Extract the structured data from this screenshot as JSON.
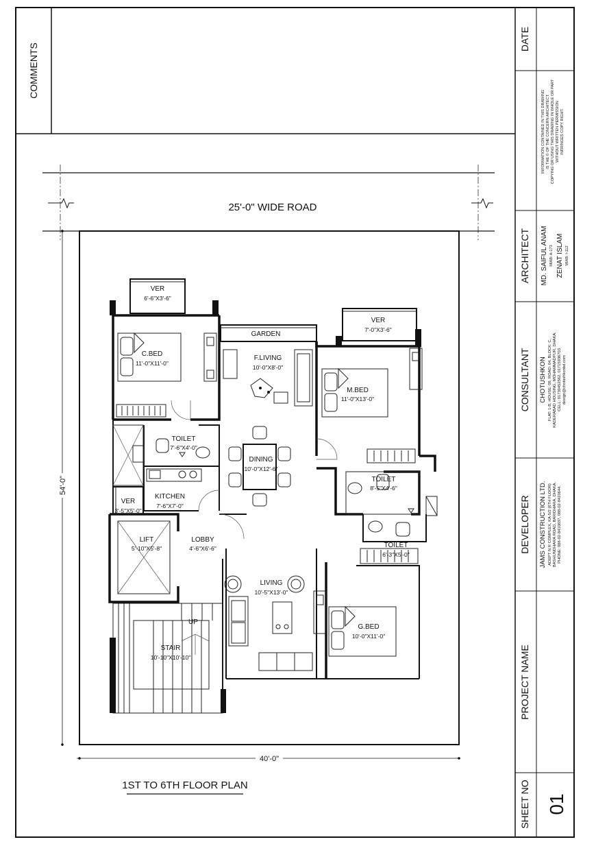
{
  "sheet": {
    "comments_label": "COMMENTS",
    "date_label": "DATE",
    "architect_label": "ARCHITECT",
    "consultant_label": "CONSULTANT",
    "developer_label": "DEVELOPER",
    "project_name_label": "PROJECT NAME",
    "sheet_no_label": "SHEET NO",
    "sheet_no": "01"
  },
  "disclaimer": [
    "INFORMATION CONTAINED IN THIS DRAWING",
    "IS THE © OF THE CONCERN ARCHITECT.",
    "COPYING OR USING THIS DRAWING IN WHOLE OR PART",
    "WITHOUT WRITTEN PERMISSION",
    "INFRINGES COPY RIGHT."
  ],
  "architects": [
    {
      "name": "MD. SAIFUL ANAM",
      "reg": "MIAB: A-173"
    },
    {
      "name": "ZENAT ISLAM",
      "reg": "MIAB: I-112"
    }
  ],
  "consultant": {
    "name": "CHOTUSHKON",
    "lines": [
      "FLAT: 1-B, HOUSE: 08, ROAD: 04, BLOCK: C,",
      "KADERABAD HOUSING, MOHAMMADPUR, DHAKA.",
      "CELL: 01730452562, 01715936703",
      "design@chotushkonbd.com"
    ]
  },
  "developer": {
    "name": "JAMS CONSTRUCTION LTD.",
    "lines": [
      "ADEPT N R COMPLEX, KA-5/2 (6TH FLOOR)",
      "BASHUNDHARA ROAD, BARIDHARA, DHAKA.",
      "PHONE: 088-02-8410837, 088-02-8410644."
    ]
  },
  "plan": {
    "road": "25'-0\" WIDE ROAD",
    "width_dim": "40'-0\"",
    "depth_dim": "54'-0\"",
    "title": "1ST TO 6TH FLOOR PLAN",
    "stair_up": "UP",
    "rooms": [
      {
        "name": "VER",
        "size": "6'-6\"X3'-6\""
      },
      {
        "name": "VER",
        "size": "7'-0\"X3'-6\""
      },
      {
        "name": "GARDEN",
        "size": ""
      },
      {
        "name": "C.BED",
        "size": "11'-0\"X11'-0\""
      },
      {
        "name": "F.LIVING",
        "size": "10'-0\"X8'-0\""
      },
      {
        "name": "M.BED",
        "size": "11'-0\"X13'-0\""
      },
      {
        "name": "TOILET",
        "size": "7'-6\"X4'-0\""
      },
      {
        "name": "DINING",
        "size": "10'-0\"X12'-6\""
      },
      {
        "name": "TOILET",
        "size": "8'-5\"X4'-6\""
      },
      {
        "name": "KITCHEN",
        "size": "7'-6\"X7'-0\""
      },
      {
        "name": "VER",
        "size": "3'-5\"X5'-0\""
      },
      {
        "name": "TOILET",
        "size": "6'-3\"X5'-0\""
      },
      {
        "name": "LIFT",
        "size": "5'-10\"X5'-8\""
      },
      {
        "name": "LOBBY",
        "size": "4'-6\"X6'-6\""
      },
      {
        "name": "LIVING",
        "size": "10'-5\"X13'-0\""
      },
      {
        "name": "G.BED",
        "size": "10'-0\"X11'-0\""
      },
      {
        "name": "STAIR",
        "size": "10'-10\"X10'-10\""
      }
    ]
  }
}
